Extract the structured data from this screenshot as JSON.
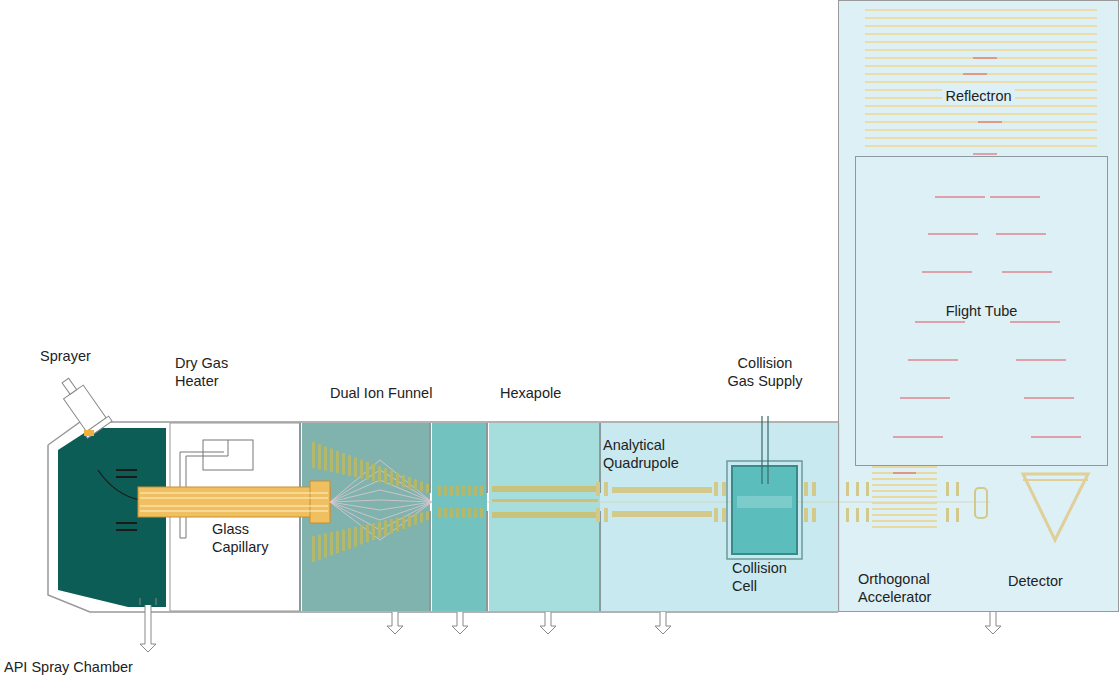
{
  "diagram": {
    "nodes": [
      {
        "text": [
          "Reflectron"
        ]
      },
      {
        "text": [
          "Flight Tube"
        ],
        "in": 0
      }
    ],
    "labels": [
      "Sprayer",
      "Dry Gas Heater",
      "Dual Ion Funnel",
      "Hexapole",
      "Collision Gas Supply",
      "Analytical Quadrupole",
      "Glass Capillary",
      "Collision Cell",
      "Orthogonal Accelerator",
      "Detector",
      "API Spray Chamber"
    ]
  }
}
